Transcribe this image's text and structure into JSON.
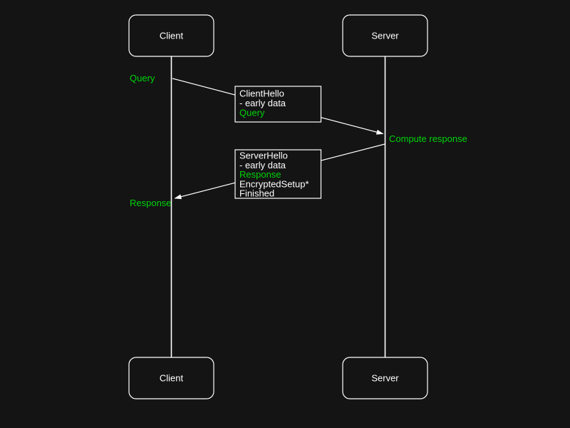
{
  "colors": {
    "background": "#141414",
    "stroke": "#ffffff",
    "text": "#ffffff",
    "green": "#00d20a"
  },
  "actors": {
    "top_left": "Client",
    "top_right": "Server",
    "bottom_left": "Client",
    "bottom_right": "Server"
  },
  "labels": {
    "query": "Query",
    "compute_response": "Compute response",
    "response": "Response"
  },
  "messages": {
    "client_hello": {
      "lines": [
        "ClientHello",
        "- early data",
        "Query"
      ]
    },
    "server_hello": {
      "lines": [
        "ServerHello",
        "- early data",
        "Response",
        "EncryptedSetup*",
        "Finished"
      ]
    }
  }
}
